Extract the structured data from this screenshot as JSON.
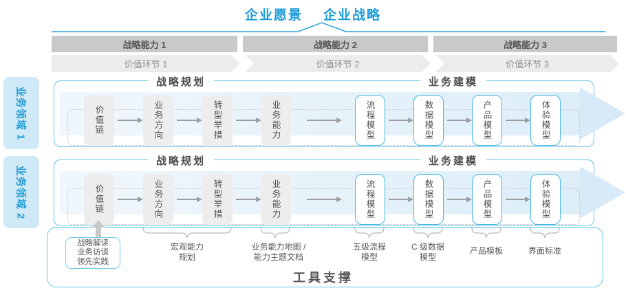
{
  "title": {
    "vision": "企业愿景",
    "strategy": "企业战略"
  },
  "strategic_capabilities": [
    {
      "label": "战略能力 1"
    },
    {
      "label": "战略能力 2"
    },
    {
      "label": "战略能力 3"
    }
  ],
  "value_links": [
    {
      "label": "价值环节 1"
    },
    {
      "label": "价值环节 2"
    },
    {
      "label": "价值环节 3"
    }
  ],
  "business_domains": [
    {
      "label": "业务领域 1"
    },
    {
      "label": "业务领域 2"
    }
  ],
  "swimlane": {
    "planning_header": "战略规划",
    "modeling_header": "业务建模",
    "planning_steps": [
      "价值链",
      "业务方向",
      "转型举措",
      "业务能力"
    ],
    "modeling_steps": [
      "流程模型",
      "数据模型",
      "产品模型",
      "体验模型"
    ]
  },
  "deliverables": {
    "input_box": [
      "战略解读",
      "业务访谈",
      "领先实践"
    ],
    "notes": [
      {
        "lines": [
          "宏观能力",
          "规划"
        ]
      },
      {
        "lines": [
          "业务能力地图 /",
          "能力主题文档"
        ]
      },
      {
        "lines": [
          "五级流程",
          "模型"
        ]
      },
      {
        "lines": [
          "C 级数据",
          "模型"
        ]
      },
      {
        "lines": [
          "产品模板"
        ]
      },
      {
        "lines": [
          "界面标准"
        ]
      }
    ]
  },
  "footer": {
    "label": "工具支撑"
  },
  "colors": {
    "accent_blue": "#1b9bd8",
    "border_cyan": "#62c3e5",
    "domain_fill": "#cfe9f7",
    "bar_dark": "#c8c9cb",
    "bar_light": "#ececee",
    "step_gray": "#ededee",
    "band_blue": "#ddeef8",
    "arrow_gray": "#9b9da0",
    "text_dark": "#4e5054"
  }
}
